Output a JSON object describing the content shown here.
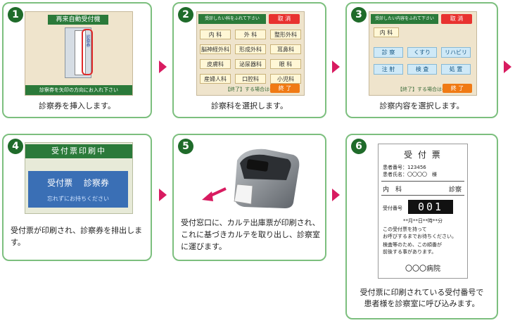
{
  "step1": {
    "num": "1",
    "screen_title": "再来自動受付機",
    "card_label": "診察券",
    "screen_footer": "診察券を矢印の方向にお入れ下さい",
    "caption": "診察券を挿入します。"
  },
  "step2": {
    "num": "2",
    "prompt": "受診したい科をふれて下さい",
    "cancel": "取 消",
    "depts": [
      "内 科",
      "外 科",
      "整形外科",
      "脳神経外科",
      "形成外科",
      "耳鼻科",
      "皮膚科",
      "泌尿器科",
      "眼 科",
      "産婦人科",
      "口腔科",
      "小児科"
    ],
    "footer": "【終了】する場合は⇒",
    "end": "終 了",
    "caption": "診察科を選択します。"
  },
  "step3": {
    "num": "3",
    "prompt": "受診したい内容をふれて下さい",
    "cancel": "取 消",
    "dept": "内 科",
    "options": [
      "診 察",
      "くすり",
      "リハビリ",
      "注 射",
      "検 査",
      "処 置"
    ],
    "footer": "【終了】する場合は⇒",
    "end": "終 了",
    "caption": "診察内容を選択します。"
  },
  "step4": {
    "num": "4",
    "screen_title": "受付票印刷中",
    "panel_main": "受付票　 診察券",
    "panel_sub": "忘れずにお持ちください",
    "caption": "受付票が印刷され、診察券を排出します。"
  },
  "step5": {
    "num": "5",
    "caption": "受付窓口に、カルテ出庫票が印刷され、これに基づきカルテを取り出し、診察室に運びます。"
  },
  "step6": {
    "num": "6",
    "ticket_title": "受 付 票",
    "patient_no": "患者番号：123456",
    "patient_name": "患者氏名：〇〇〇〇　様",
    "dept": "内　科",
    "type": "診察",
    "number_label": "受付番号",
    "number": "001",
    "datetime": "**月**日**時**分",
    "note1": "この受付票を持って",
    "note2": "お呼びするまでお待ちください。",
    "note3": "検査等のため、この順番が",
    "note4": "前後する事があります。",
    "hospital": "〇〇〇病院",
    "caption": "受付票に印刷されている受付番号で患者様を診察室に呼び込みます。"
  },
  "colors": {
    "border": "#7cbf7e",
    "accent_green": "#1f6b2a",
    "arrow": "#d81b60"
  }
}
